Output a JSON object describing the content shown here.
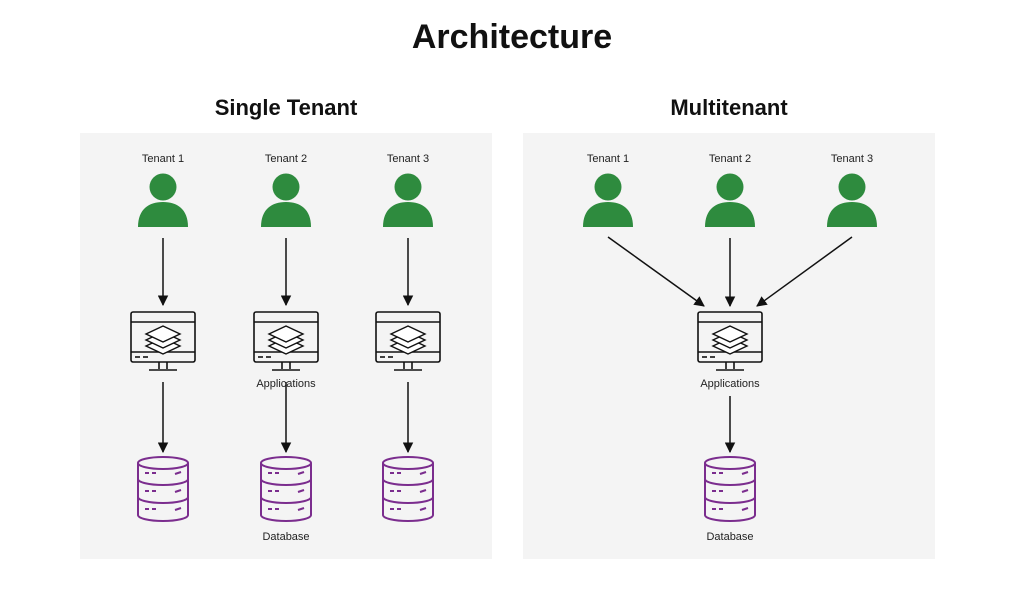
{
  "title": "Architecture",
  "single": {
    "heading": "Single Tenant",
    "tenants": [
      "Tenant 1",
      "Tenant 2",
      "Tenant 3"
    ],
    "app_label": "Applications",
    "db_label": "Database"
  },
  "multi": {
    "heading": "Multitenant",
    "tenants": [
      "Tenant 1",
      "Tenant 2",
      "Tenant 3"
    ],
    "app_label": "Applications",
    "db_label": "Database"
  },
  "colors": {
    "person": "#2e8b3e",
    "database": "#7b2d8e",
    "panel": "#f4f4f4",
    "line": "#111111"
  },
  "icons": [
    "person-icon",
    "monitor-icon",
    "layers-icon",
    "database-icon",
    "arrow-icon"
  ]
}
